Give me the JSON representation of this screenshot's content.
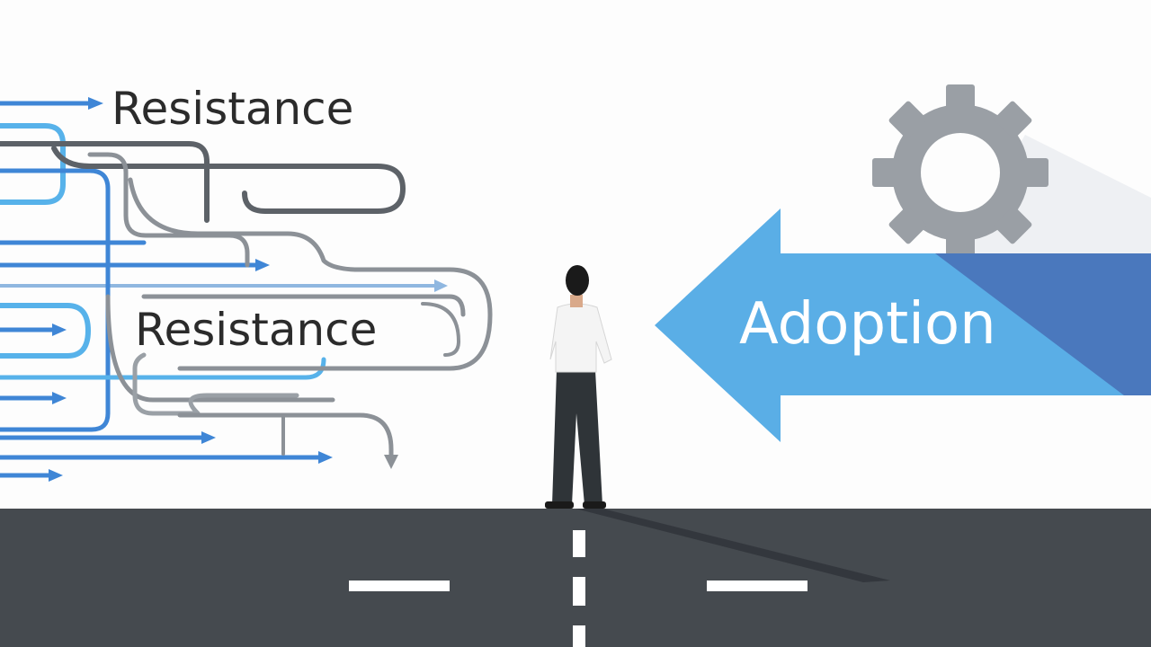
{
  "labels": {
    "resistance_top": "Resistance",
    "resistance_middle": "Resistance",
    "adoption": "Adoption"
  },
  "colors": {
    "background": "#fdfdfd",
    "road": "#454a4f",
    "road_marking": "#ffffff",
    "arrow_light_blue": "#5aaee6",
    "arrow_dark_blue": "#4a78bd",
    "gear_gray": "#9a9fa5",
    "path_blue": "#3f86d6",
    "path_light_blue": "#57b2ea",
    "path_gray": "#8c9197",
    "path_dark_gray": "#5d6268",
    "person_shirt": "#f4f4f4",
    "person_pants": "#2f3438",
    "person_hair": "#1a1a1a",
    "text_dark": "#2b2b2b",
    "text_light": "#ffffff"
  },
  "icons": {
    "gear": "gear-icon",
    "person": "person-figure"
  }
}
